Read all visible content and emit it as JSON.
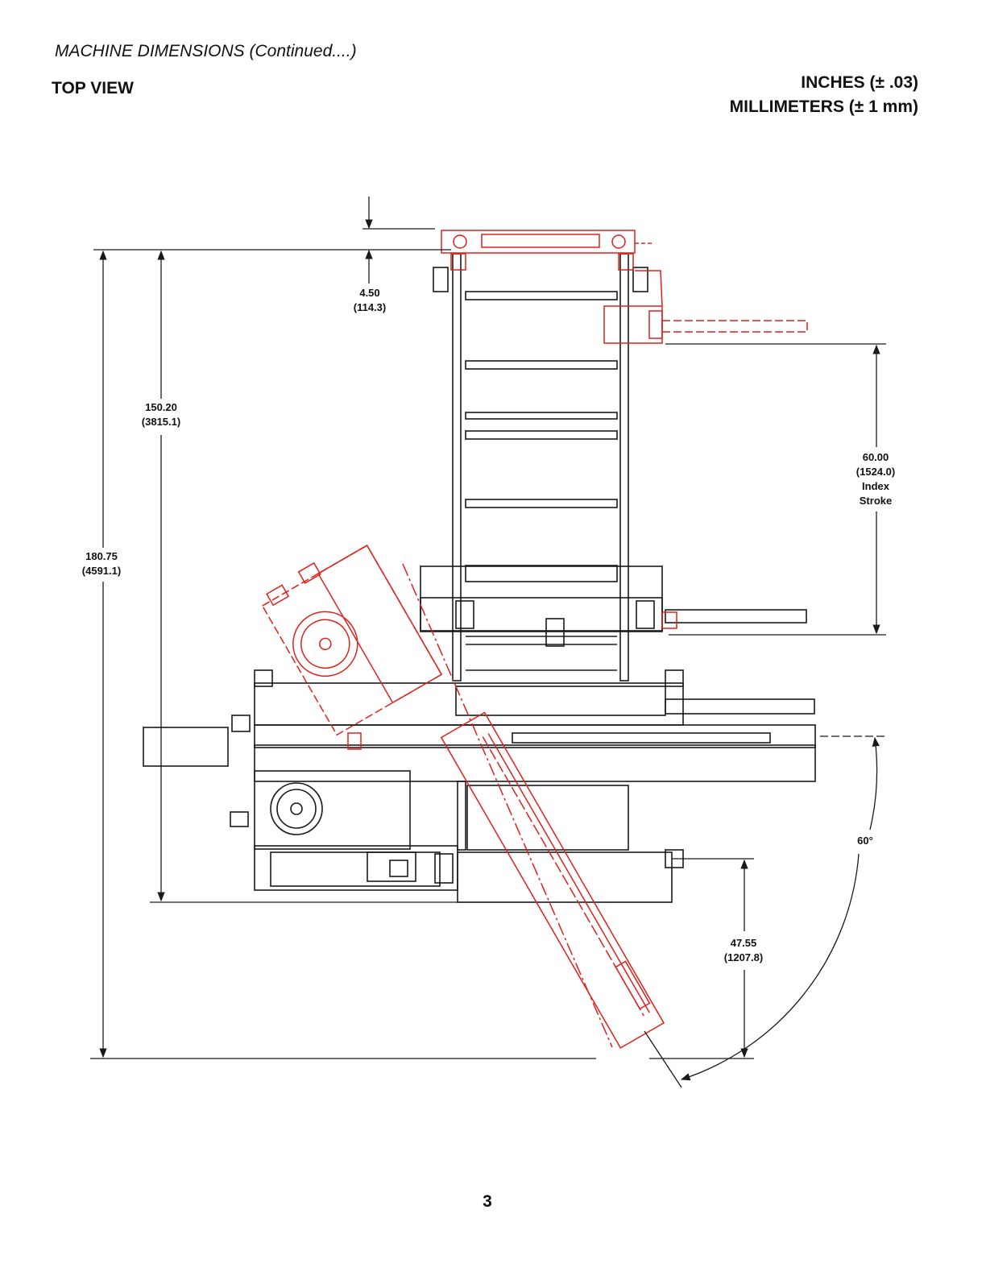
{
  "header": {
    "subtitle": "MACHINE DIMENSIONS (Continued....)",
    "view_title": "TOP VIEW",
    "units_inches": "INCHES (± .03)",
    "units_millimeters": "MILLIMETERS (± 1 mm)"
  },
  "dimensions": {
    "top_offset": {
      "inches": "4.50",
      "mm": "(114.3)"
    },
    "inner_height": {
      "inches": "150.20",
      "mm": "(3815.1)"
    },
    "overall_height": {
      "inches": "180.75",
      "mm": "(4591.1)"
    },
    "index_stroke": {
      "inches": "60.00",
      "mm": "(1524.0)",
      "label_line1": "Index",
      "label_line2": "Stroke"
    },
    "swing_angle": {
      "label": "60°"
    },
    "lower_offset": {
      "inches": "47.55",
      "mm": "(1207.8)"
    }
  },
  "colors": {
    "line": "#1a1a1a",
    "alternate_position": "#e0201b"
  },
  "footer": {
    "page_number": "3"
  }
}
